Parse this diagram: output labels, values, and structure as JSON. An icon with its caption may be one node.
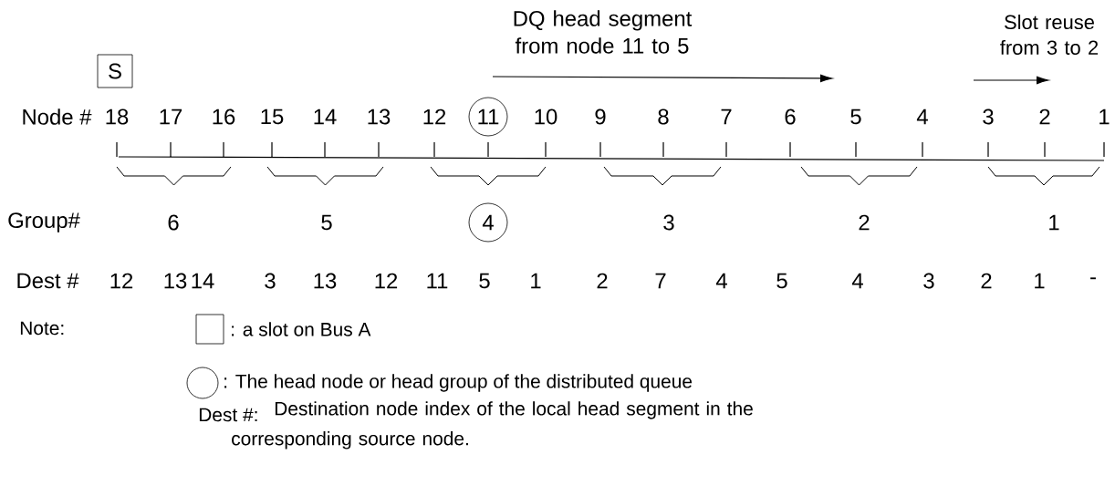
{
  "diagram": {
    "nodes": [
      {
        "text": [
          "S"
        ]
      },
      {
        "text": [
          "11"
        ]
      },
      {
        "text": [
          "4"
        ]
      }
    ],
    "labels": [
      "DQ head segment from node 11 to 5",
      "Slot reuse from 3 to 2",
      "Node #",
      "18",
      "17",
      "16",
      "15",
      "14",
      "13",
      "12",
      "10",
      "9",
      "8",
      "7",
      "6",
      "5",
      "4",
      "3",
      "2",
      "1",
      "Group#",
      "6",
      "5",
      "3",
      "2",
      "1",
      "Dest #",
      "12",
      "13",
      "14",
      "3",
      "13",
      "12",
      "11",
      "5",
      "1",
      "2",
      "7",
      "4",
      "5",
      "4",
      "3",
      "2",
      "1",
      "-",
      "Note:",
      "Dest #:",
      "Destination node index of the local head segment in the corresponding source node."
    ],
    "legend": [
      {
        "text": ": a slot on Bus A"
      },
      {
        "text": ": The head node or head group of the distributed queue"
      }
    ]
  }
}
